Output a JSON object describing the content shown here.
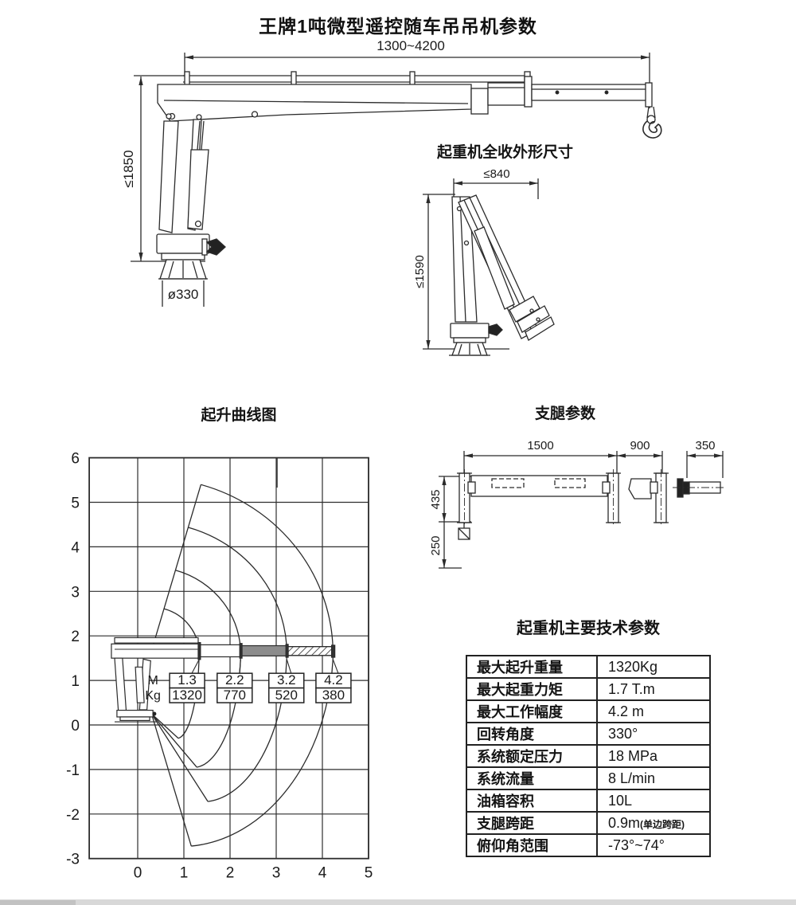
{
  "page": {
    "title": "王牌1吨微型遥控随车吊吊机参数"
  },
  "extended_view": {
    "boom_range_dim": "1300~4200",
    "overall_height_dim": "≤1850",
    "base_diameter_dim": "ø330"
  },
  "retracted_view": {
    "title": "起重机全收外形尺寸",
    "width_dim": "≤840",
    "height_dim": "≤1590"
  },
  "outrigger_view": {
    "title": "支腿参数",
    "main_span_dim": "1500",
    "extend_span_dim": "900",
    "section_dim": "350",
    "leg_height_dim": "435",
    "leg_stroke_dim": "250"
  },
  "chart_data": {
    "type": "line",
    "title": "起升曲线图",
    "xlabel": "",
    "ylabel": "",
    "x_ticks": [
      0,
      1,
      2,
      3,
      4,
      5
    ],
    "y_ticks": [
      6,
      5,
      4,
      3,
      2,
      1,
      0,
      -1,
      -2,
      -3
    ],
    "xlim": [
      -1.05,
      5
    ],
    "ylim": [
      -3,
      6
    ],
    "grid": true,
    "legend_row_labels": [
      "M",
      "Kg"
    ],
    "load_points": [
      {
        "radius_m": "1.3",
        "capacity_kg": "1320"
      },
      {
        "radius_m": "2.2",
        "capacity_kg": "770"
      },
      {
        "radius_m": "3.2",
        "capacity_kg": "520"
      },
      {
        "radius_m": "4.2",
        "capacity_kg": "380"
      }
    ],
    "box_centers_x": [
      1.07,
      2.1,
      3.22,
      4.24
    ],
    "envelope": {
      "pivot": [
        0.28,
        1.6
      ],
      "base_point": [
        0.3,
        0.25
      ],
      "boom_radii": [
        1.05,
        1.95,
        2.95,
        3.95
      ],
      "max_angle_deg": 74,
      "min_angle_deg": -73,
      "lower_junctions": [
        [
          0.88,
          -0.3
        ],
        [
          1.28,
          -0.95
        ],
        [
          1.52,
          -1.72
        ],
        [
          1.16,
          -2.72
        ]
      ]
    }
  },
  "spec_table": {
    "title": "起重机主要技术参数",
    "rows": [
      {
        "label": "最大起升重量",
        "value": "1320Kg",
        "note": ""
      },
      {
        "label": "最大起重力矩",
        "value": "1.7 T.m",
        "note": ""
      },
      {
        "label": "最大工作幅度",
        "value": "4.2 m",
        "note": ""
      },
      {
        "label": "回转角度",
        "value": "330°",
        "note": ""
      },
      {
        "label": "系统额定压力",
        "value": "18 MPa",
        "note": ""
      },
      {
        "label": "系统流量",
        "value": "8 L/min",
        "note": ""
      },
      {
        "label": "油箱容积",
        "value": "10L",
        "note": ""
      },
      {
        "label": "支腿跨距",
        "value": "0.9m",
        "note": "(单边跨距)"
      },
      {
        "label": "俯仰角范围",
        "value": "-73°~74°",
        "note": ""
      }
    ]
  }
}
